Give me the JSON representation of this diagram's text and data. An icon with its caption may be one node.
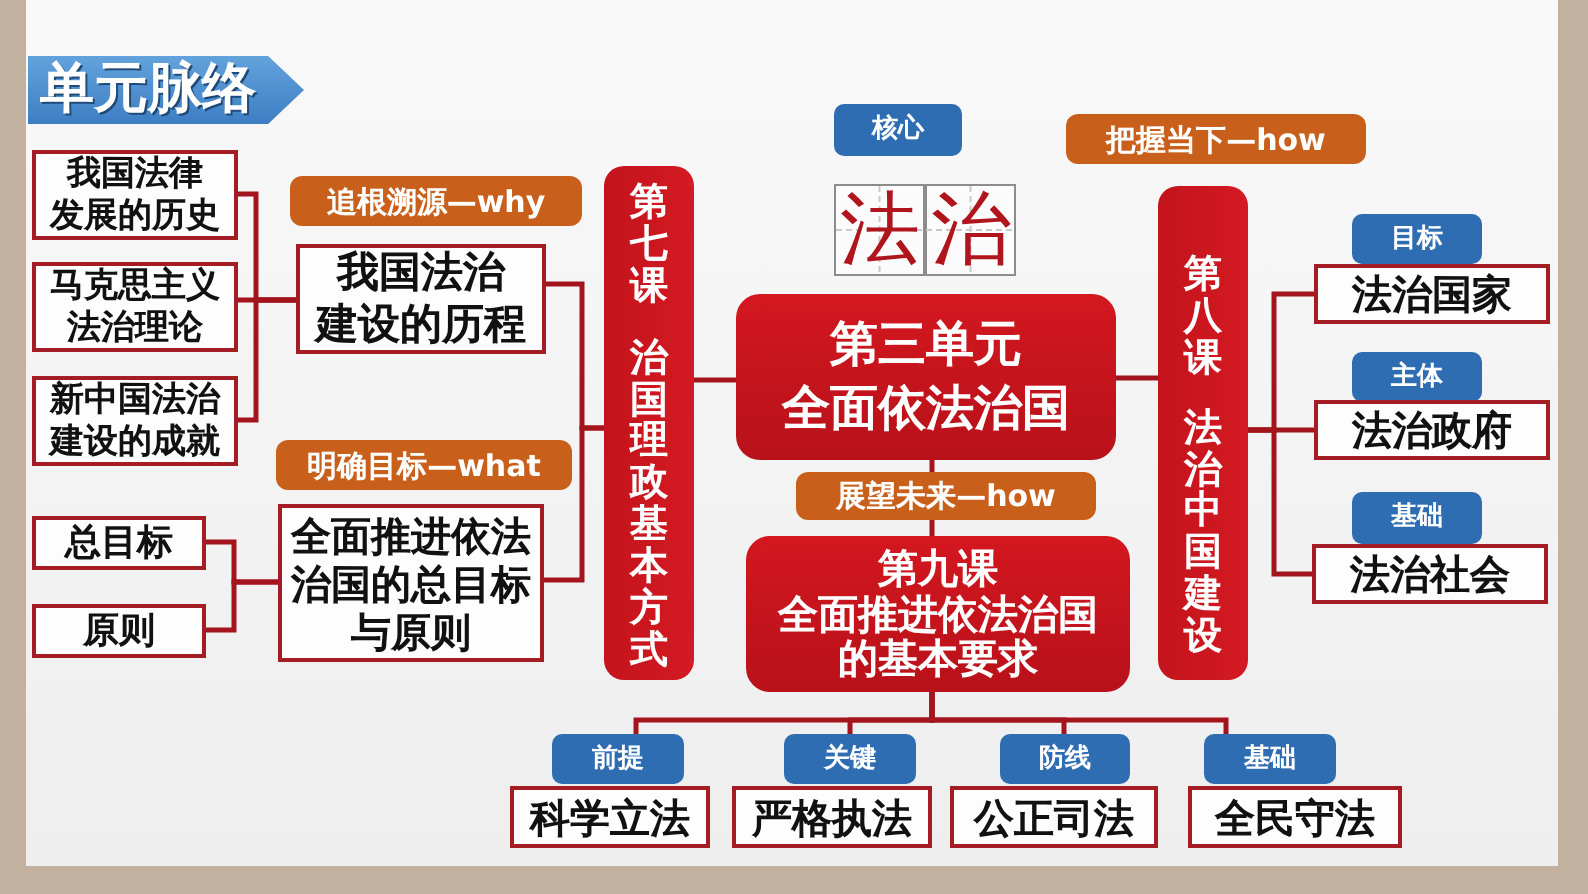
{
  "diagram": {
    "title": "单元脉络",
    "nodes": [
      {
        "text": [
          "我国法律发展的历史"
        ]
      },
      {
        "text": [
          "马克思主义法治理论"
        ]
      },
      {
        "text": [
          "新中国法治建设的成就"
        ]
      },
      {
        "text": [
          "追根溯源—why"
        ]
      },
      {
        "text": [
          "我国法治建设的历程"
        ]
      },
      {
        "text": [
          "明确目标—what"
        ]
      },
      {
        "text": [
          "总目标"
        ]
      },
      {
        "text": [
          "原则"
        ]
      },
      {
        "text": [
          "全面推进依法治国的总目标与原则"
        ]
      },
      {
        "text": [
          "第七课",
          "治国理政基本方式"
        ]
      },
      {
        "text": [
          "核心"
        ]
      },
      {
        "text": [
          "法治"
        ]
      },
      {
        "text": [
          "把握当下—how"
        ]
      },
      {
        "text": [
          "第三单元",
          "全面依法治国"
        ]
      },
      {
        "text": [
          "第八课",
          "法治中国建设"
        ]
      },
      {
        "text": [
          "目标"
        ]
      },
      {
        "text": [
          "法治国家"
        ]
      },
      {
        "text": [
          "主体"
        ]
      },
      {
        "text": [
          "法治政府"
        ]
      },
      {
        "text": [
          "展望未来—how"
        ]
      },
      {
        "text": [
          "基础"
        ]
      },
      {
        "text": [
          "法治社会"
        ]
      },
      {
        "text": [
          "第九课",
          "全面推进依法治国的基本要求"
        ]
      },
      {
        "text": [
          "前提"
        ]
      },
      {
        "text": [
          "科学立法"
        ]
      },
      {
        "text": [
          "关键"
        ]
      },
      {
        "text": [
          "严格执法"
        ]
      },
      {
        "text": [
          "防线"
        ]
      },
      {
        "text": [
          "公正司法"
        ]
      },
      {
        "text": [
          "基础"
        ]
      },
      {
        "text": [
          "全民守法"
        ]
      }
    ],
    "edges": [
      {
        "from": 0,
        "to": 4,
        "arrow": "none"
      },
      {
        "from": 1,
        "to": 4,
        "arrow": "none"
      },
      {
        "from": 2,
        "to": 4,
        "arrow": "none"
      },
      {
        "from": 6,
        "to": 8,
        "arrow": "none"
      },
      {
        "from": 7,
        "to": 8,
        "arrow": "none"
      },
      {
        "from": 4,
        "to": 9,
        "arrow": "none"
      },
      {
        "from": 8,
        "to": 9,
        "arrow": "none"
      },
      {
        "from": 9,
        "to": 13,
        "arrow": "none"
      },
      {
        "from": 13,
        "to": 14,
        "arrow": "none"
      },
      {
        "from": 14,
        "to": 16,
        "arrow": "none"
      },
      {
        "from": 14,
        "to": 18,
        "arrow": "none"
      },
      {
        "from": 14,
        "to": 21,
        "arrow": "none"
      },
      {
        "from": 13,
        "to": 19,
        "arrow": "none"
      },
      {
        "from": 19,
        "to": 22,
        "arrow": "none"
      },
      {
        "from": 22,
        "to": 23,
        "arrow": "none"
      },
      {
        "from": 22,
        "to": 25,
        "arrow": "none"
      },
      {
        "from": 22,
        "to": 27,
        "arrow": "none"
      },
      {
        "from": 22,
        "to": 29,
        "arrow": "none"
      }
    ]
  }
}
